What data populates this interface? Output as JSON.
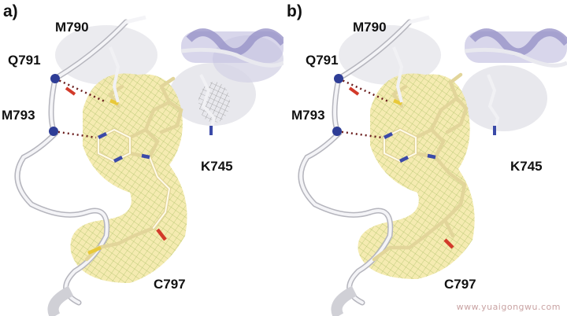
{
  "panels": [
    {
      "letter": "a)",
      "labels": {
        "m790": "M790",
        "q791": "Q791",
        "m793": "M793",
        "k745": "K745",
        "c797": "C797"
      }
    },
    {
      "letter": "b)",
      "labels": {
        "m790": "M790",
        "q791": "Q791",
        "m793": "M793",
        "k745": "K745",
        "c797": "C797"
      }
    }
  ],
  "watermark": "www.yuaigongwu.com",
  "colors": {
    "density_surface": "#f3e7a3",
    "mesh": "#8fb04a",
    "carbon": "#efe6c3",
    "nitrogen": "#3b4aa8",
    "oxygen": "#d23a2a",
    "sulfur": "#e8c93a",
    "protein_ribbon": "#d9d9e0",
    "helix_shadow": "#b6b3d6",
    "hbond": "#6b1e1e"
  }
}
